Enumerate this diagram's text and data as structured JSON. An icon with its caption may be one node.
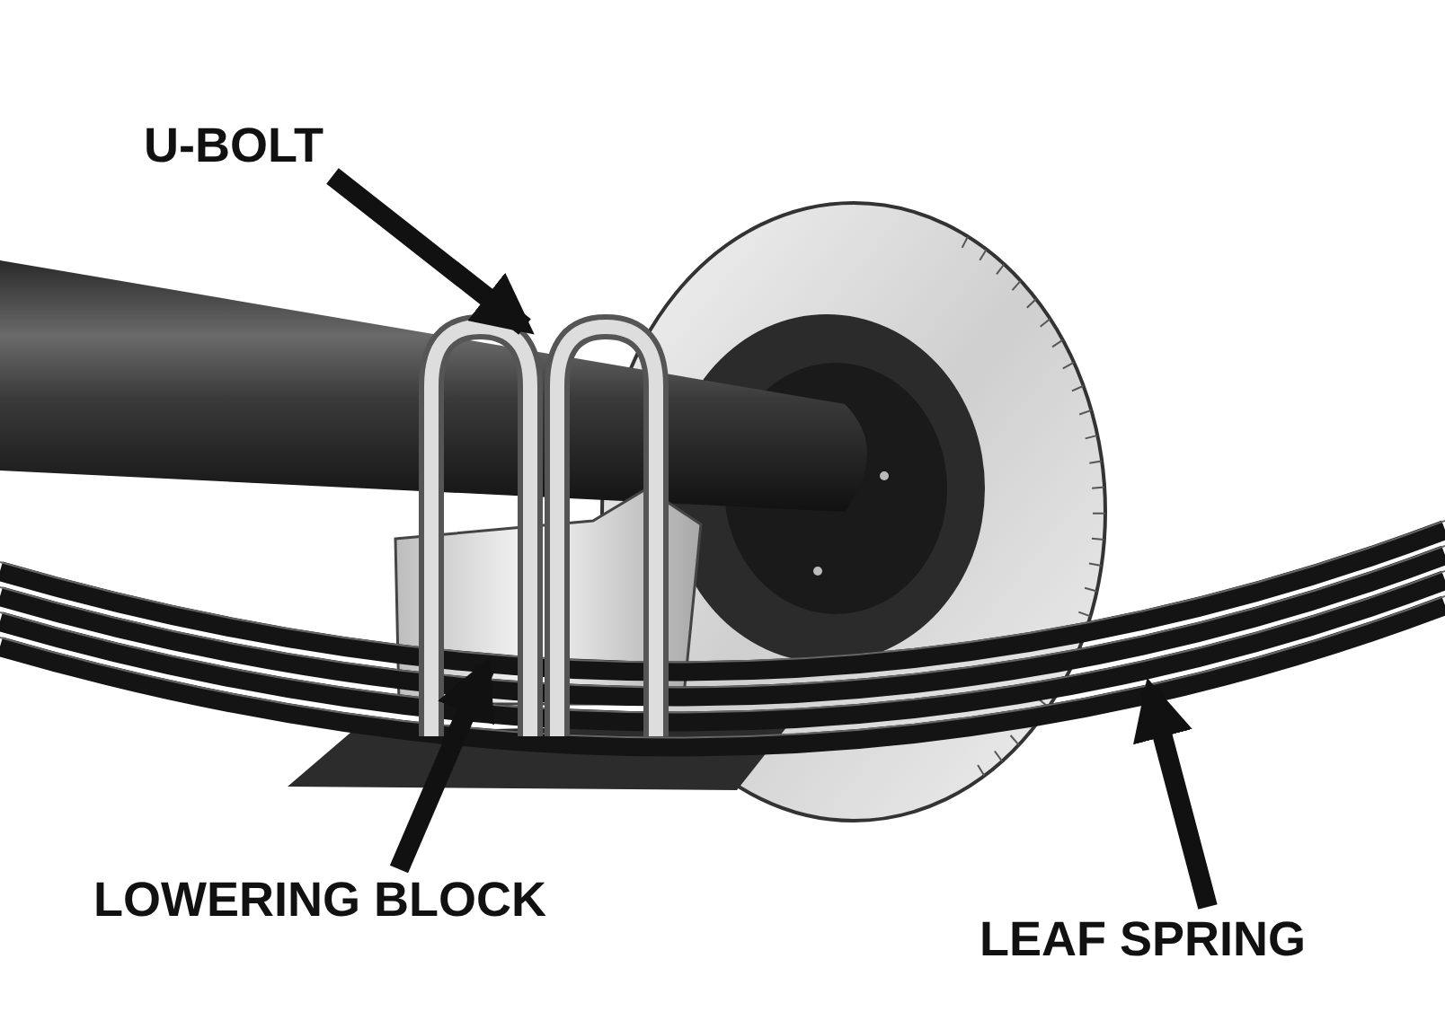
{
  "diagram": {
    "nodes": [
      {
        "text": [
          "U-BOLT"
        ]
      },
      {
        "text": [],
        "shape": "picture"
      },
      {
        "text": [
          "LOWERING BLOCK"
        ]
      },
      {
        "text": [],
        "shape": "picture"
      },
      {
        "text": [
          "LEAF SPRING"
        ]
      },
      {
        "text": [],
        "shape": "picture"
      }
    ],
    "edges": [
      {
        "from": 0,
        "to": 1,
        "arrow": "to"
      },
      {
        "from": 2,
        "to": 3,
        "arrow": "to"
      },
      {
        "from": 4,
        "to": 5,
        "arrow": "to"
      }
    ]
  }
}
